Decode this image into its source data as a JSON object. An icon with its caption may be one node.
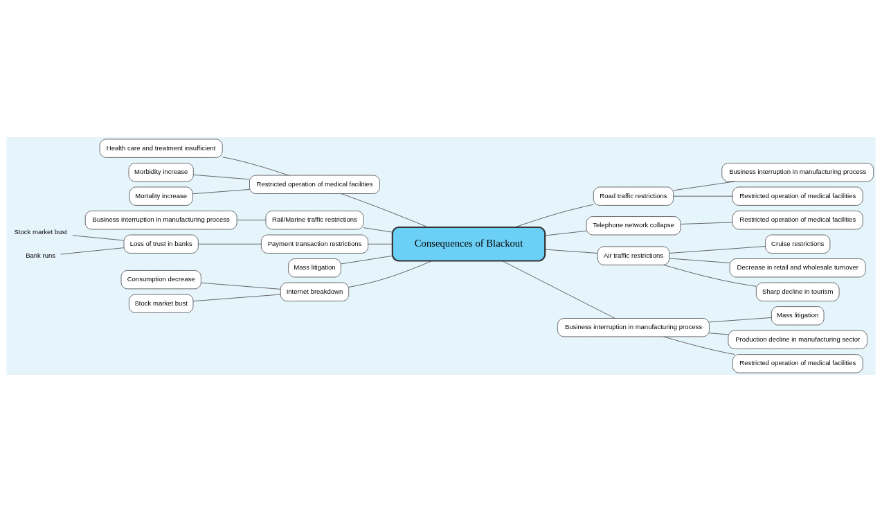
{
  "diagram": {
    "nodes": [
      {
        "text": [
          "Consequences of Blackout"
        ]
      },
      {
        "text": [
          "Restricted operation of medical facilities"
        ]
      },
      {
        "text": [
          "Health care and treatment insufficient"
        ]
      },
      {
        "text": [
          "Morbidity increase"
        ]
      },
      {
        "text": [
          "Mortality increase"
        ]
      },
      {
        "text": [
          "Rail/Marine traffic restrictions"
        ]
      },
      {
        "text": [
          "Business interruption in manufacturing process"
        ]
      },
      {
        "text": [
          "Payment transaction restrictions"
        ]
      },
      {
        "text": [
          "Loss of trust in banks"
        ]
      },
      {
        "text": [
          "Stock market bust"
        ]
      },
      {
        "text": [
          "Bank runs"
        ]
      },
      {
        "text": [
          "Mass litigation"
        ]
      },
      {
        "text": [
          "Internet breakdown"
        ]
      },
      {
        "text": [
          "Consumption decrease"
        ]
      },
      {
        "text": [
          "Stock market bust"
        ]
      },
      {
        "text": [
          "Road traffic restrictions"
        ]
      },
      {
        "text": [
          "Business interruption in manufacturing process"
        ]
      },
      {
        "text": [
          "Restricted operation of medical facilities"
        ]
      },
      {
        "text": [
          "Telephone network collapse"
        ]
      },
      {
        "text": [
          "Restricted operation of medical facilities"
        ]
      },
      {
        "text": [
          "Air traffic restrictions"
        ]
      },
      {
        "text": [
          "Cruise restrictions"
        ]
      },
      {
        "text": [
          "Decrease in retail and wholesale turnover"
        ]
      },
      {
        "text": [
          "Sharp decline in tourism"
        ]
      },
      {
        "text": [
          "Business interruption in manufacturing process"
        ]
      },
      {
        "text": [
          "Mass litigation"
        ]
      },
      {
        "text": [
          "Production decline in manufacturing sector"
        ]
      },
      {
        "text": [
          "Restricted operation of medical facilities"
        ]
      }
    ],
    "edges": [
      {
        "from": 0,
        "to": 1,
        "arrow": "none"
      },
      {
        "from": 1,
        "to": 2,
        "arrow": "none"
      },
      {
        "from": 1,
        "to": 3,
        "arrow": "none"
      },
      {
        "from": 1,
        "to": 4,
        "arrow": "none"
      },
      {
        "from": 0,
        "to": 5,
        "arrow": "none"
      },
      {
        "from": 5,
        "to": 6,
        "arrow": "none"
      },
      {
        "from": 0,
        "to": 7,
        "arrow": "none"
      },
      {
        "from": 7,
        "to": 8,
        "arrow": "none"
      },
      {
        "from": 8,
        "to": 9,
        "arrow": "none"
      },
      {
        "from": 8,
        "to": 10,
        "arrow": "none"
      },
      {
        "from": 0,
        "to": 11,
        "arrow": "none"
      },
      {
        "from": 0,
        "to": 12,
        "arrow": "none"
      },
      {
        "from": 12,
        "to": 13,
        "arrow": "none"
      },
      {
        "from": 12,
        "to": 14,
        "arrow": "none"
      },
      {
        "from": 0,
        "to": 15,
        "arrow": "none"
      },
      {
        "from": 15,
        "to": 16,
        "arrow": "none"
      },
      {
        "from": 15,
        "to": 17,
        "arrow": "none"
      },
      {
        "from": 0,
        "to": 18,
        "arrow": "none"
      },
      {
        "from": 18,
        "to": 19,
        "arrow": "none"
      },
      {
        "from": 0,
        "to": 20,
        "arrow": "none"
      },
      {
        "from": 20,
        "to": 21,
        "arrow": "none"
      },
      {
        "from": 20,
        "to": 22,
        "arrow": "none"
      },
      {
        "from": 20,
        "to": 23,
        "arrow": "none"
      },
      {
        "from": 0,
        "to": 24,
        "arrow": "none"
      },
      {
        "from": 24,
        "to": 25,
        "arrow": "none"
      },
      {
        "from": 24,
        "to": 26,
        "arrow": "none"
      },
      {
        "from": 24,
        "to": 27,
        "arrow": "none"
      }
    ]
  }
}
